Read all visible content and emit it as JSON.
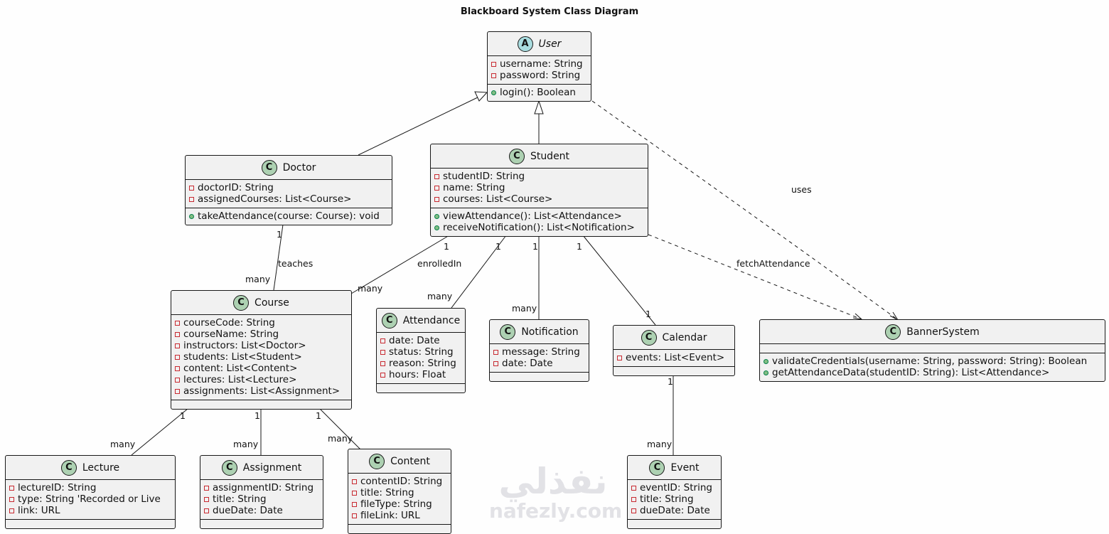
{
  "title": "Blackboard System Class Diagram",
  "watermark": {
    "arabic": "نفذلي",
    "latin": "nafezly.com"
  },
  "classes": {
    "user": {
      "name": "User",
      "stereotype": "abstract",
      "attributes": [
        {
          "vis": "private",
          "text": "username: String"
        },
        {
          "vis": "private",
          "text": "password: String"
        }
      ],
      "methods": [
        {
          "vis": "public",
          "text": "login(): Boolean"
        }
      ]
    },
    "doctor": {
      "name": "Doctor",
      "stereotype": "class",
      "attributes": [
        {
          "vis": "private",
          "text": "doctorID: String"
        },
        {
          "vis": "private",
          "text": "assignedCourses: List<Course>"
        }
      ],
      "methods": [
        {
          "vis": "public",
          "text": "takeAttendance(course: Course): void"
        }
      ]
    },
    "student": {
      "name": "Student",
      "stereotype": "class",
      "attributes": [
        {
          "vis": "private",
          "text": "studentID: String"
        },
        {
          "vis": "private",
          "text": "name: String"
        },
        {
          "vis": "private",
          "text": "courses: List<Course>"
        }
      ],
      "methods": [
        {
          "vis": "public",
          "text": "viewAttendance(): List<Attendance>"
        },
        {
          "vis": "public",
          "text": "receiveNotification(): List<Notification>"
        }
      ]
    },
    "course": {
      "name": "Course",
      "stereotype": "class",
      "attributes": [
        {
          "vis": "private",
          "text": "courseCode: String"
        },
        {
          "vis": "private",
          "text": "courseName: String"
        },
        {
          "vis": "private",
          "text": "instructors: List<Doctor>"
        },
        {
          "vis": "private",
          "text": "students: List<Student>"
        },
        {
          "vis": "private",
          "text": "content: List<Content>"
        },
        {
          "vis": "private",
          "text": "lectures: List<Lecture>"
        },
        {
          "vis": "private",
          "text": "assignments: List<Assignment>"
        }
      ],
      "methods": []
    },
    "attendance": {
      "name": "Attendance",
      "stereotype": "class",
      "attributes": [
        {
          "vis": "private",
          "text": "date: Date"
        },
        {
          "vis": "private",
          "text": "status: String"
        },
        {
          "vis": "private",
          "text": "reason: String"
        },
        {
          "vis": "private",
          "text": "hours: Float"
        }
      ],
      "methods": []
    },
    "notification": {
      "name": "Notification",
      "stereotype": "class",
      "attributes": [
        {
          "vis": "private",
          "text": "message: String"
        },
        {
          "vis": "private",
          "text": "date: Date"
        }
      ],
      "methods": []
    },
    "calendar": {
      "name": "Calendar",
      "stereotype": "class",
      "attributes": [
        {
          "vis": "private",
          "text": "events: List<Event>"
        }
      ],
      "methods": []
    },
    "banner": {
      "name": "BannerSystem",
      "stereotype": "class",
      "attributes": [],
      "methods": [
        {
          "vis": "public",
          "text": "validateCredentials(username: String, password: String): Boolean"
        },
        {
          "vis": "public",
          "text": "getAttendanceData(studentID: String): List<Attendance>"
        }
      ]
    },
    "lecture": {
      "name": "Lecture",
      "stereotype": "class",
      "attributes": [
        {
          "vis": "private",
          "text": "lectureID: String"
        },
        {
          "vis": "private",
          "text": "type: String  'Recorded or Live"
        },
        {
          "vis": "private",
          "text": "link: URL"
        }
      ],
      "methods": []
    },
    "assignment": {
      "name": "Assignment",
      "stereotype": "class",
      "attributes": [
        {
          "vis": "private",
          "text": "assignmentID: String"
        },
        {
          "vis": "private",
          "text": "title: String"
        },
        {
          "vis": "private",
          "text": "dueDate: Date"
        }
      ],
      "methods": []
    },
    "content": {
      "name": "Content",
      "stereotype": "class",
      "attributes": [
        {
          "vis": "private",
          "text": "contentID: String"
        },
        {
          "vis": "private",
          "text": "title: String"
        },
        {
          "vis": "private",
          "text": "fileType: String"
        },
        {
          "vis": "private",
          "text": "fileLink: URL"
        }
      ],
      "methods": []
    },
    "event": {
      "name": "Event",
      "stereotype": "class",
      "attributes": [
        {
          "vis": "private",
          "text": "eventID: String"
        },
        {
          "vis": "private",
          "text": "title: String"
        },
        {
          "vis": "private",
          "text": "dueDate: Date"
        }
      ],
      "methods": []
    }
  },
  "relations": {
    "doctor_user": {
      "type": "inheritance"
    },
    "student_user": {
      "type": "inheritance"
    },
    "user_banner": {
      "type": "dependency",
      "label": "uses"
    },
    "student_banner": {
      "type": "dependency",
      "label": "fetchAttendance"
    },
    "doctor_course": {
      "type": "association",
      "label": "teaches",
      "from_mult": "1",
      "to_mult": "many"
    },
    "student_course": {
      "type": "association",
      "label": "enrolledIn",
      "from_mult": "1",
      "to_mult": "many"
    },
    "student_attendance": {
      "type": "association",
      "from_mult": "1",
      "to_mult": "many"
    },
    "student_notification": {
      "type": "association",
      "from_mult": "1",
      "to_mult": "many"
    },
    "student_calendar": {
      "type": "association",
      "from_mult": "1",
      "to_mult": "1"
    },
    "course_lecture": {
      "type": "association",
      "from_mult": "1",
      "to_mult": "many"
    },
    "course_assignment": {
      "type": "association",
      "from_mult": "1",
      "to_mult": "many"
    },
    "course_content": {
      "type": "association",
      "from_mult": "1",
      "to_mult": "many"
    },
    "calendar_event": {
      "type": "association",
      "from_mult": "1",
      "to_mult": "many"
    }
  }
}
